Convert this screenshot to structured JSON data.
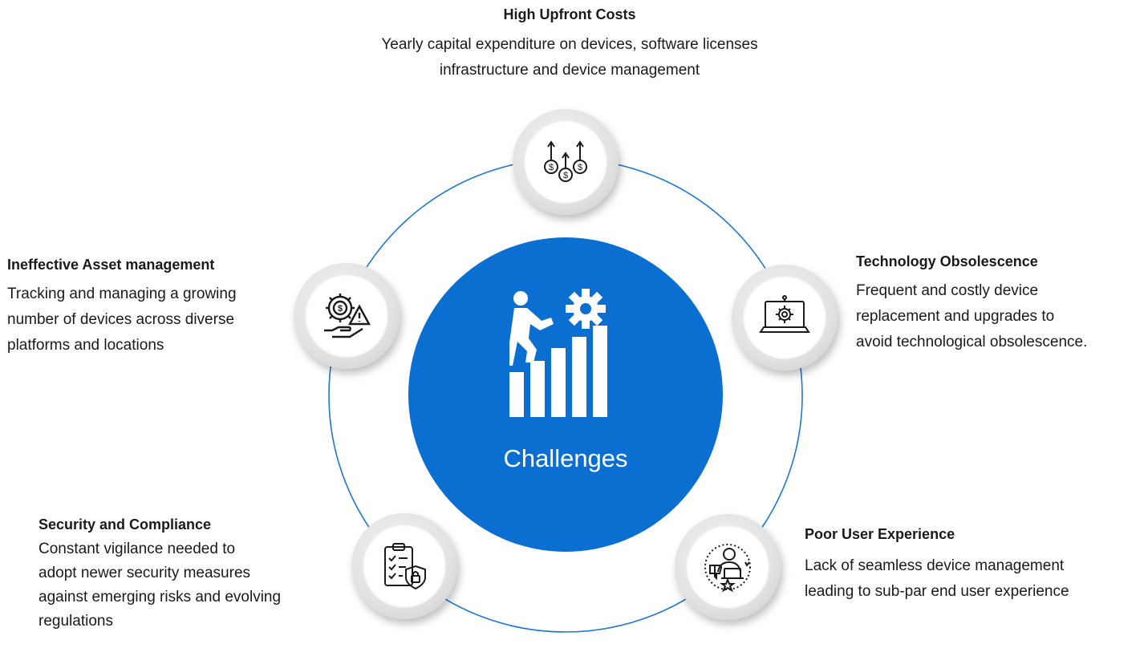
{
  "center": {
    "label": "Challenges"
  },
  "colors": {
    "accent": "#0a6fd0",
    "ring": "#1f78cc",
    "text": "#1a1a1a"
  },
  "items": [
    {
      "id": "costs",
      "icon": "rising-dollar-coins-icon",
      "title": "High Upfront Costs",
      "description": [
        "Yearly capital expenditure on devices, software licenses",
        "infrastructure and device management"
      ]
    },
    {
      "id": "asset",
      "icon": "gear-dollar-warning-hand-icon",
      "title": "Ineffective Asset management",
      "description": [
        "Tracking and managing a growing",
        "number of devices across diverse",
        "platforms and locations"
      ]
    },
    {
      "id": "obsolescence",
      "icon": "laptop-gear-icon",
      "title": "Technology Obsolescence",
      "description": [
        "Frequent and costly device",
        "replacement and upgrades to",
        "avoid technological obsolescence."
      ]
    },
    {
      "id": "security",
      "icon": "checklist-shield-lock-icon",
      "title": "Security and Compliance",
      "description": [
        "Constant vigilance needed to",
        "adopt newer security measures",
        "against emerging risks and evolving",
        "regulations"
      ]
    },
    {
      "id": "ux",
      "icon": "user-thumbs-down-star-icon",
      "title": "Poor User Experience",
      "description": [
        "Lack of seamless device management",
        "leading to sub-par end user experience"
      ]
    }
  ]
}
